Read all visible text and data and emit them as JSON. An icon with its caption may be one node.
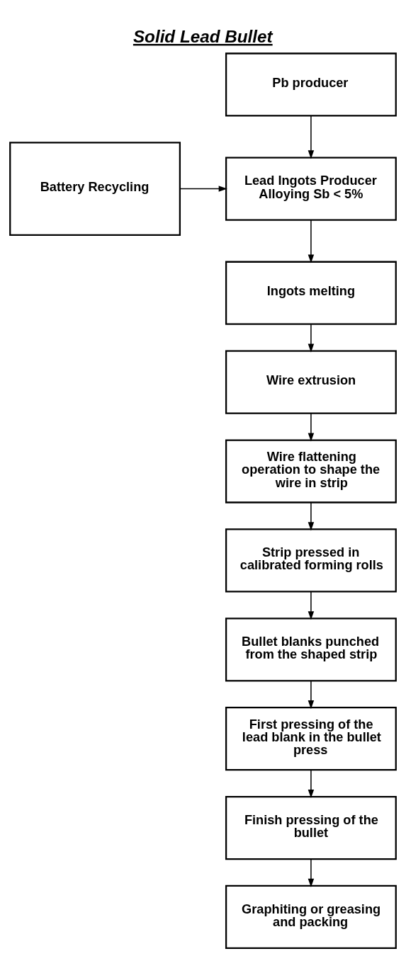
{
  "diagram": {
    "title": "Solid Lead Bullet",
    "nodes": [
      {
        "text": [
          "Pb producer"
        ]
      },
      {
        "text": [
          "Battery Recycling"
        ]
      },
      {
        "text": [
          "Lead Ingots Producer Alloying Sb < 5%"
        ]
      },
      {
        "text": [
          "Ingots melting"
        ]
      },
      {
        "text": [
          "Wire extrusion"
        ]
      },
      {
        "text": [
          "Wire flattening operation to shape the wire in strip"
        ]
      },
      {
        "text": [
          "Strip pressed in calibrated forming rolls"
        ]
      },
      {
        "text": [
          "Bullet blanks punched from the shaped strip"
        ]
      },
      {
        "text": [
          "First pressing of the lead blank in the bullet press"
        ]
      },
      {
        "text": [
          "Finish pressing of the bullet"
        ]
      },
      {
        "text": [
          "Graphiting or greasing and packing"
        ]
      }
    ],
    "edges": [
      {
        "from": 0,
        "to": 2,
        "arrow": "to"
      },
      {
        "from": 1,
        "to": 2,
        "arrow": "to"
      },
      {
        "from": 2,
        "to": 3,
        "arrow": "to"
      },
      {
        "from": 3,
        "to": 4,
        "arrow": "to"
      },
      {
        "from": 4,
        "to": 5,
        "arrow": "to"
      },
      {
        "from": 5,
        "to": 6,
        "arrow": "to"
      },
      {
        "from": 6,
        "to": 7,
        "arrow": "to"
      },
      {
        "from": 7,
        "to": 8,
        "arrow": "to"
      },
      {
        "from": 8,
        "to": 9,
        "arrow": "to"
      },
      {
        "from": 9,
        "to": 10,
        "arrow": "to"
      }
    ]
  }
}
